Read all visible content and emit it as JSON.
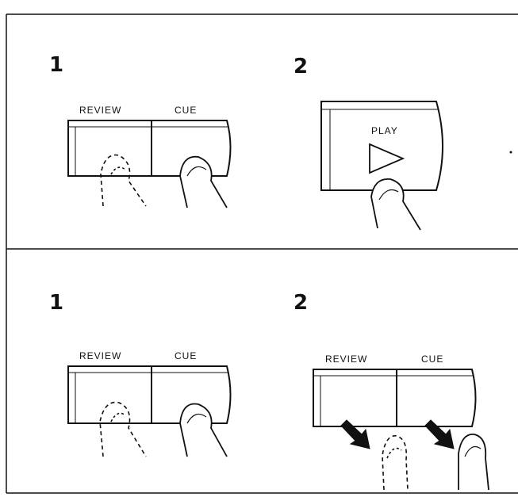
{
  "top_panel": {
    "step1": {
      "number": "1",
      "left_button_label": "REVIEW",
      "right_button_label": "CUE"
    },
    "step2": {
      "number": "2",
      "button_label": "PLAY",
      "button_icon": "play-triangle-icon"
    }
  },
  "bottom_panel": {
    "step1": {
      "number": "1",
      "left_button_label": "REVIEW",
      "right_button_label": "CUE"
    },
    "step2": {
      "number": "2",
      "left_button_label": "REVIEW",
      "right_button_label": "CUE",
      "arrow_icon": "arrow-down-right-icon"
    }
  },
  "colors": {
    "ink": "#111111",
    "background": "#ffffff"
  }
}
